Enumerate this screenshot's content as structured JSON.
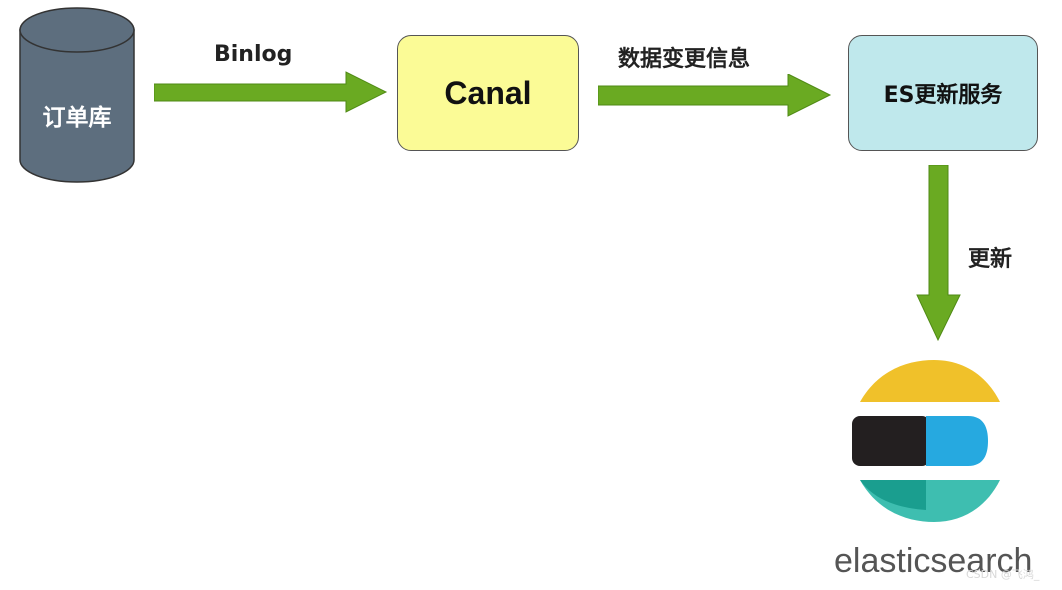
{
  "nodes": {
    "order_db": "订单库",
    "canal": "Canal",
    "es_service": "ES更新服务",
    "elasticsearch": "elasticsearch"
  },
  "edges": {
    "binlog": "Binlog",
    "data_change": "数据变更信息",
    "update": "更新"
  },
  "watermark": "CSDN @飞鸿_",
  "colors": {
    "arrow": "#6aaa22",
    "database": "#5d6e7e",
    "canal_box": "#fbfb96",
    "es_box": "#bfe8ec",
    "logo_yellow": "#f0c12a",
    "logo_black": "#231f20",
    "logo_blue": "#26a9e0",
    "logo_teal": "#3ebeb0"
  }
}
